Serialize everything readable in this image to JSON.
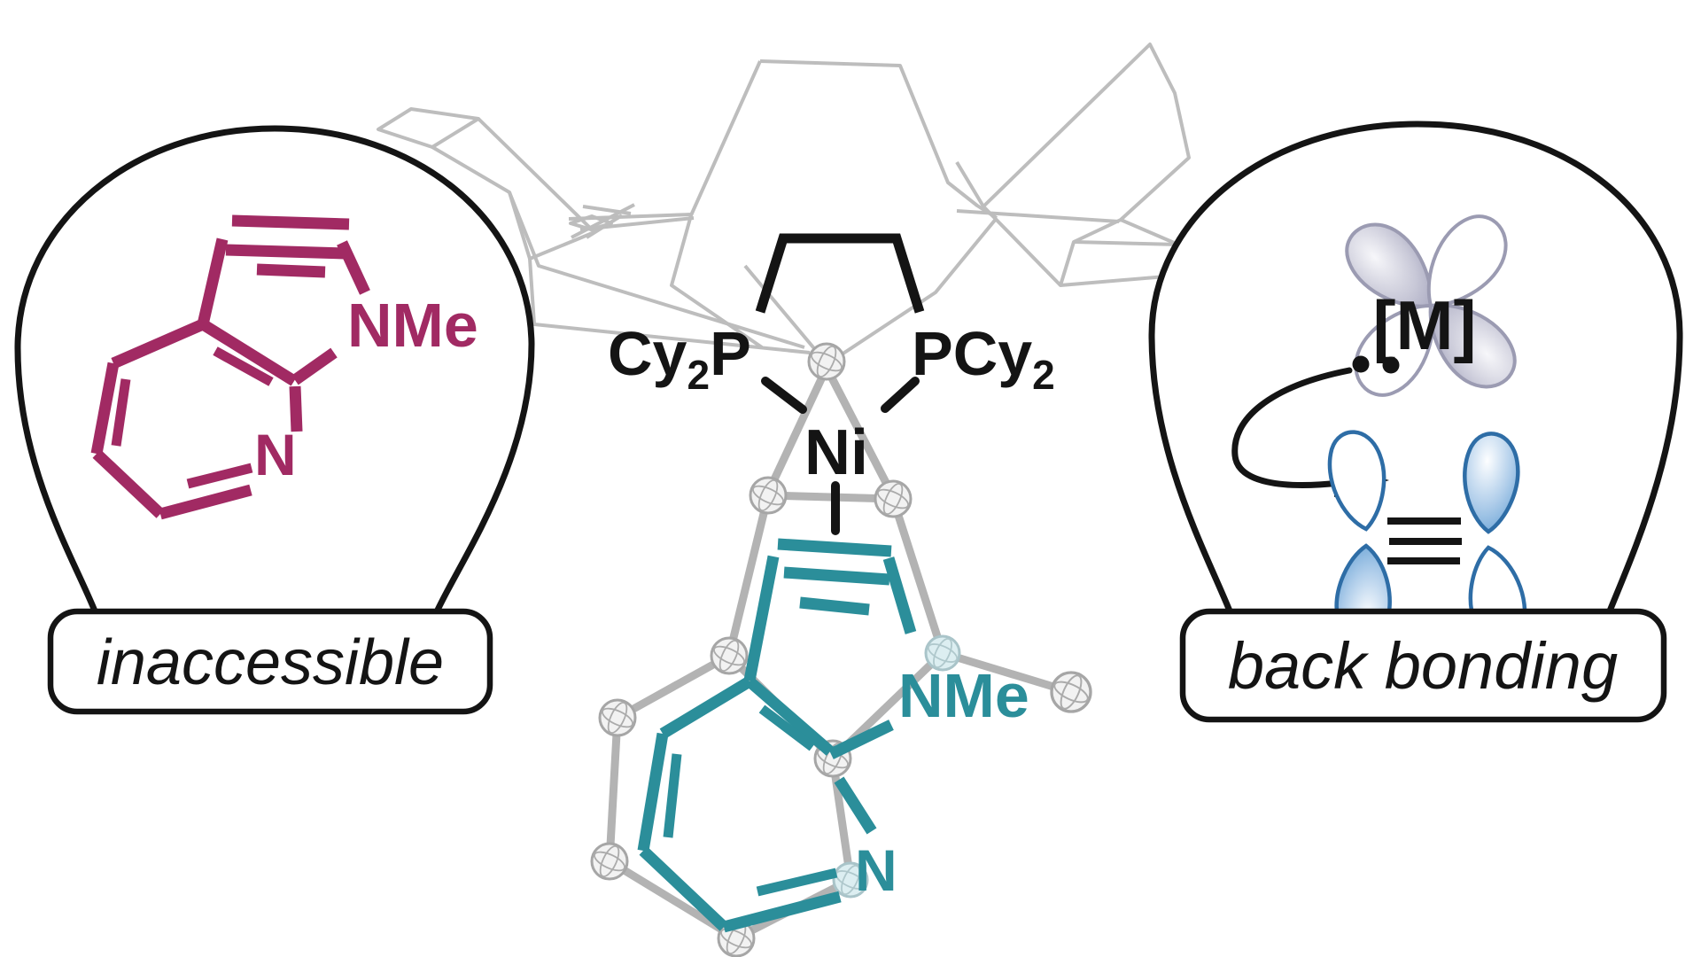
{
  "figure": {
    "left_bubble": {
      "label": "inaccessible",
      "molecule": {
        "nme": "NMe",
        "n": "N"
      }
    },
    "complex": {
      "ligand_left": {
        "p1": "Cy",
        "sub": "2",
        "p2": "P"
      },
      "ligand_right": {
        "p1": "PCy",
        "sub": "2"
      },
      "metal": "Ni",
      "molecule": {
        "nme": "NMe",
        "n": "N"
      }
    },
    "right_bubble": {
      "label": "back bonding",
      "metal": "[M]"
    },
    "colors": {
      "magenta": "#A12A63",
      "teal": "#2B8E9A",
      "ink": "#141414",
      "wireframe": "#BDBDBD",
      "ortep": "#B3B3B3",
      "ortep-edge": "#A6A6A6",
      "orbgray": "#9B9BB2",
      "orbblue": "#2E6DA6"
    }
  }
}
